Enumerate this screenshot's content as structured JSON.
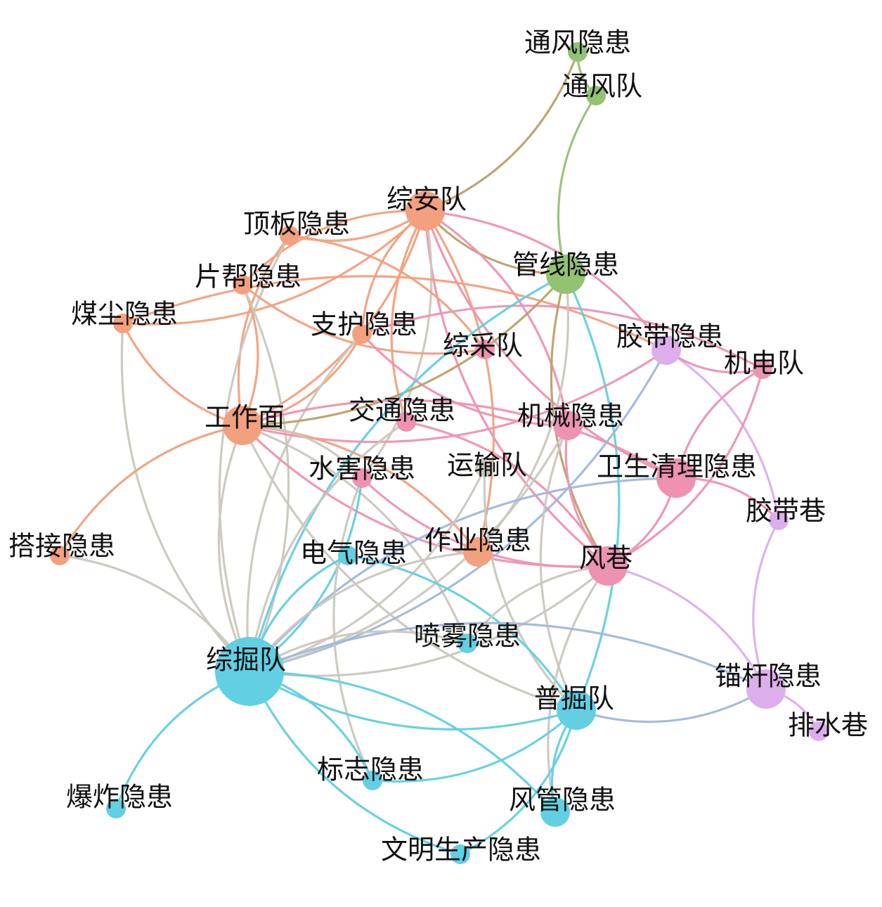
{
  "palette": {
    "orange": "#f2a07e",
    "pink": "#ee92b2",
    "cyan": "#62cfe3",
    "green": "#93c273",
    "gray": "#cbc7be",
    "blue": "#9fb8dc",
    "purple": "#ddaeec",
    "olive": "#b9a16a"
  },
  "nodes": [
    {
      "id": "tfyh",
      "label": "通风隐患",
      "group": "green",
      "weight": 1
    },
    {
      "id": "tfd",
      "label": "通风队",
      "group": "green",
      "weight": 1
    },
    {
      "id": "zad",
      "label": "综安队",
      "group": "orange",
      "weight": 3
    },
    {
      "id": "dbyh",
      "label": "顶板隐患",
      "group": "orange",
      "weight": 1
    },
    {
      "id": "gxyh",
      "label": "管线隐患",
      "group": "green",
      "weight": 3
    },
    {
      "id": "pbyh",
      "label": "片帮隐患",
      "group": "orange",
      "weight": 1
    },
    {
      "id": "mcyh",
      "label": "煤尘隐患",
      "group": "orange",
      "weight": 1
    },
    {
      "id": "zhyh",
      "label": "支护隐患",
      "group": "orange",
      "weight": 1
    },
    {
      "id": "jdyh",
      "label": "胶带隐患",
      "group": "purple",
      "weight": 2
    },
    {
      "id": "zcd",
      "label": "综采队",
      "group": "pink",
      "weight": 1
    },
    {
      "id": "jdd",
      "label": "机电队",
      "group": "pink",
      "weight": 1
    },
    {
      "id": "gzm",
      "label": "工作面",
      "group": "orange",
      "weight": 3
    },
    {
      "id": "jtyh",
      "label": "交通隐患",
      "group": "pink",
      "weight": 1
    },
    {
      "id": "jxyh",
      "label": "机械隐患",
      "group": "pink",
      "weight": 2
    },
    {
      "id": "wsqlyh",
      "label": "卫生清理隐患",
      "group": "pink",
      "weight": 3
    },
    {
      "id": "shyh",
      "label": "水害隐患",
      "group": "pink",
      "weight": 1
    },
    {
      "id": "ysd",
      "label": "运输队",
      "group": "gray",
      "weight": 1
    },
    {
      "id": "jdx",
      "label": "胶带巷",
      "group": "purple",
      "weight": 1
    },
    {
      "id": "dtjyh",
      "label": "搭接隐患",
      "group": "orange",
      "weight": 1
    },
    {
      "id": "dqyh",
      "label": "电气隐患",
      "group": "cyan",
      "weight": 1
    },
    {
      "id": "zyyh",
      "label": "作业隐患",
      "group": "orange",
      "weight": 2
    },
    {
      "id": "fx",
      "label": "风巷",
      "group": "pink",
      "weight": 3
    },
    {
      "id": "pwyh",
      "label": "喷雾隐患",
      "group": "cyan",
      "weight": 1
    },
    {
      "id": "zjd",
      "label": "综掘队",
      "group": "cyan",
      "weight": 6
    },
    {
      "id": "mgyh",
      "label": "锚杆隐患",
      "group": "purple",
      "weight": 3
    },
    {
      "id": "pjd",
      "label": "普掘队",
      "group": "cyan",
      "weight": 3
    },
    {
      "id": "psx",
      "label": "排水巷",
      "group": "purple",
      "weight": 1
    },
    {
      "id": "bzyh",
      "label": "标志隐患",
      "group": "cyan",
      "weight": 1
    },
    {
      "id": "bzhyh",
      "label": "爆炸隐患",
      "group": "cyan",
      "weight": 1
    },
    {
      "id": "fgyh",
      "label": "风管隐患",
      "group": "cyan",
      "weight": 2
    },
    {
      "id": "wmscyh",
      "label": "文明生产隐患",
      "group": "cyan",
      "weight": 1
    }
  ],
  "edges": [
    {
      "source": "tfyh",
      "target": "tfd",
      "group": "green"
    },
    {
      "source": "tfyh",
      "target": "zad",
      "group": "olive"
    },
    {
      "source": "tfd",
      "target": "gxyh",
      "group": "green"
    },
    {
      "source": "zad",
      "target": "dbyh",
      "group": "orange"
    },
    {
      "source": "zad",
      "target": "pbyh",
      "group": "orange"
    },
    {
      "source": "zad",
      "target": "mcyh",
      "group": "orange"
    },
    {
      "source": "zad",
      "target": "zhyh",
      "group": "orange"
    },
    {
      "source": "zad",
      "target": "gzm",
      "group": "orange"
    },
    {
      "source": "zad",
      "target": "jtyh",
      "group": "orange"
    },
    {
      "source": "zad",
      "target": "zyyh",
      "group": "orange"
    },
    {
      "source": "zad",
      "target": "gxyh",
      "group": "olive"
    },
    {
      "source": "zad",
      "target": "jdyh",
      "group": "pink"
    },
    {
      "source": "zad",
      "target": "wsqlyh",
      "group": "pink"
    },
    {
      "source": "zad",
      "target": "jxyh",
      "group": "pink"
    },
    {
      "source": "zad",
      "target": "fx",
      "group": "pink"
    },
    {
      "source": "zad",
      "target": "shyh",
      "group": "gray"
    },
    {
      "source": "dbyh",
      "target": "gzm",
      "group": "orange"
    },
    {
      "source": "dbyh",
      "target": "zcd",
      "group": "orange"
    },
    {
      "source": "dbyh",
      "target": "zjd",
      "group": "gray"
    },
    {
      "source": "pbyh",
      "target": "gzm",
      "group": "orange"
    },
    {
      "source": "pbyh",
      "target": "zcd",
      "group": "orange"
    },
    {
      "source": "pbyh",
      "target": "zjd",
      "group": "gray"
    },
    {
      "source": "mcyh",
      "target": "gzm",
      "group": "orange"
    },
    {
      "source": "mcyh",
      "target": "jdyh",
      "group": "orange"
    },
    {
      "source": "mcyh",
      "target": "zjd",
      "group": "gray"
    },
    {
      "source": "zhyh",
      "target": "gzm",
      "group": "orange"
    },
    {
      "source": "zhyh",
      "target": "jxyh",
      "group": "pink"
    },
    {
      "source": "zhyh",
      "target": "jdd",
      "group": "pink"
    },
    {
      "source": "zhyh",
      "target": "zjd",
      "group": "gray"
    },
    {
      "source": "gxyh",
      "target": "gzm",
      "group": "olive"
    },
    {
      "source": "gxyh",
      "target": "zjd",
      "group": "cyan"
    },
    {
      "source": "gxyh",
      "target": "pjd",
      "group": "cyan"
    },
    {
      "source": "gxyh",
      "target": "fx",
      "group": "olive"
    },
    {
      "source": "gxyh",
      "target": "zyyh",
      "group": "gray"
    },
    {
      "source": "gzm",
      "target": "jdyh",
      "group": "pink"
    },
    {
      "source": "gzm",
      "target": "wsqlyh",
      "group": "pink"
    },
    {
      "source": "gzm",
      "target": "fx",
      "group": "pink"
    },
    {
      "source": "gzm",
      "target": "zyyh",
      "group": "orange"
    },
    {
      "source": "gzm",
      "target": "dtjyh",
      "group": "orange"
    },
    {
      "source": "gzm",
      "target": "shyh",
      "group": "gray"
    },
    {
      "source": "gzm",
      "target": "zjd",
      "group": "gray"
    },
    {
      "source": "gzm",
      "target": "pwyh",
      "group": "gray"
    },
    {
      "source": "gzm",
      "target": "pjd",
      "group": "gray"
    },
    {
      "source": "jtyh",
      "target": "fx",
      "group": "pink"
    },
    {
      "source": "jtyh",
      "target": "zjd",
      "group": "gray"
    },
    {
      "source": "jdyh",
      "target": "jdx",
      "group": "purple"
    },
    {
      "source": "jdyh",
      "target": "jdd",
      "group": "pink"
    },
    {
      "source": "jdyh",
      "target": "zjd",
      "group": "blue"
    },
    {
      "source": "jdd",
      "target": "wsqlyh",
      "group": "pink"
    },
    {
      "source": "jdd",
      "target": "fx",
      "group": "pink"
    },
    {
      "source": "jxyh",
      "target": "fx",
      "group": "pink"
    },
    {
      "source": "jxyh",
      "target": "zjd",
      "group": "gray"
    },
    {
      "source": "jxyh",
      "target": "pjd",
      "group": "gray"
    },
    {
      "source": "wsqlyh",
      "target": "fx",
      "group": "pink"
    },
    {
      "source": "wsqlyh",
      "target": "zjd",
      "group": "blue"
    },
    {
      "source": "wsqlyh",
      "target": "jdx",
      "group": "pink"
    },
    {
      "source": "shyh",
      "target": "fx",
      "group": "pink"
    },
    {
      "source": "shyh",
      "target": "zjd",
      "group": "cyan"
    },
    {
      "source": "shyh",
      "target": "bzyh",
      "group": "gray"
    },
    {
      "source": "ysd",
      "target": "zjd",
      "group": "gray"
    },
    {
      "source": "ysd",
      "target": "pjd",
      "group": "gray"
    },
    {
      "source": "dtjyh",
      "target": "zjd",
      "group": "gray"
    },
    {
      "source": "dqyh",
      "target": "zjd",
      "group": "cyan"
    },
    {
      "source": "dqyh",
      "target": "pjd",
      "group": "cyan"
    },
    {
      "source": "zyyh",
      "target": "zjd",
      "group": "gray"
    },
    {
      "source": "fx",
      "target": "zjd",
      "group": "gray"
    },
    {
      "source": "fx",
      "target": "pwyh",
      "group": "gray"
    },
    {
      "source": "fx",
      "target": "mgyh",
      "group": "purple"
    },
    {
      "source": "fx",
      "target": "fgyh",
      "group": "gray"
    },
    {
      "source": "zjd",
      "target": "mgyh",
      "group": "blue"
    },
    {
      "source": "zjd",
      "target": "pjd",
      "group": "cyan"
    },
    {
      "source": "zjd",
      "target": "bzyh",
      "group": "cyan"
    },
    {
      "source": "zjd",
      "target": "bzhyh",
      "group": "cyan"
    },
    {
      "source": "zjd",
      "target": "fgyh",
      "group": "cyan"
    },
    {
      "source": "zjd",
      "target": "wmscyh",
      "group": "cyan"
    },
    {
      "source": "zjd",
      "target": "pwyh",
      "group": "gray"
    },
    {
      "source": "pjd",
      "target": "mgyh",
      "group": "blue"
    },
    {
      "source": "pjd",
      "target": "bzyh",
      "group": "cyan"
    },
    {
      "source": "pjd",
      "target": "fgyh",
      "group": "cyan"
    },
    {
      "source": "pjd",
      "target": "wmscyh",
      "group": "cyan"
    },
    {
      "source": "jdx",
      "target": "mgyh",
      "group": "purple"
    },
    {
      "source": "mgyh",
      "target": "psx",
      "group": "purple"
    }
  ]
}
